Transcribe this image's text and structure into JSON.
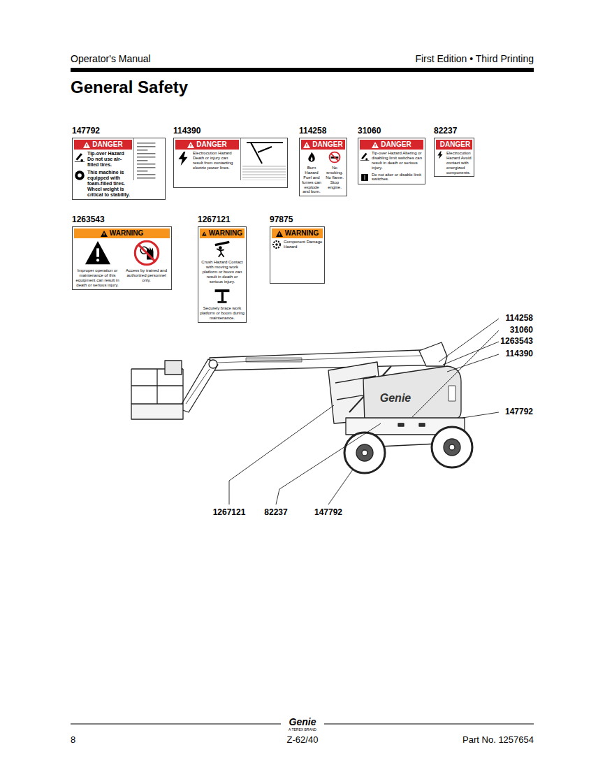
{
  "diagram": {
    "title": "General Safety",
    "nodes": [
      {
        "text": [
          "147792",
          "DANGER",
          "Tip-over Hazard Do not use air-filled tires.",
          "This machine is equipped with foam-filled tires. Wheel weight is critical to stability."
        ]
      },
      {
        "text": [
          "114390",
          "DANGER",
          "Electrocution Hazard Death or injury can result from contacting electric power lines."
        ]
      },
      {
        "text": [
          "114258",
          "DANGER",
          "Burn Hazard Fuel and fumes can explode and burn.",
          "No smoking. No flame. Stop engine."
        ]
      },
      {
        "text": [
          "31060",
          "DANGER",
          "Tip-over Hazard Altering or disabling limit switches can result in death or serious injury.",
          "Do not alter or disable limit switches."
        ]
      },
      {
        "text": [
          "82237",
          "DANGER",
          "Electrocution Hazard Avoid contact with energized components."
        ]
      },
      {
        "text": [
          "1263543",
          "WARNING",
          "Improper operation or maintenance of this equipment can result in death or serious injury.",
          "Access by trained and authorized personnel only."
        ]
      },
      {
        "text": [
          "1267121",
          "WARNING",
          "Crush Hazard Contact with moving work platform or boom can result in death or serious injury.",
          "Securely brace work platform or boom during maintenance."
        ]
      },
      {
        "text": [
          "97875",
          "WARNING",
          "Component Damage Hazard"
        ]
      }
    ],
    "labels": [
      "Operator's Manual",
      "First Edition • Third Printing",
      "114258",
      "31060",
      "1263543",
      "114390",
      "147792",
      "1267121",
      "82237",
      "147792",
      "Genie",
      "Genie",
      "A TEREX BRAND",
      "8",
      "Z-62/40",
      "Part No. 1257654"
    ]
  }
}
